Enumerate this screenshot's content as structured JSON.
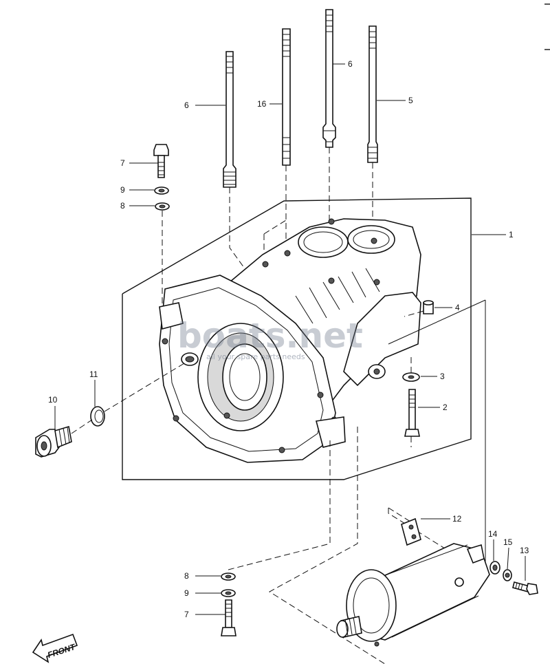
{
  "diagram": {
    "labels": {
      "l1": "1",
      "l2": "2",
      "l3": "3",
      "l4": "4",
      "l5": "5",
      "l6a": "6",
      "l6b": "6",
      "l7a": "7",
      "l7b": "7",
      "l8a": "8",
      "l8b": "8",
      "l9a": "9",
      "l9b": "9",
      "l10": "10",
      "l11": "11",
      "l12": "12",
      "l13": "13",
      "l14": "14",
      "l15": "15",
      "l16": "16"
    },
    "front_marker": "FRONT",
    "watermark": {
      "brand": "boats.net",
      "tagline": "all your spare parts needs"
    }
  }
}
